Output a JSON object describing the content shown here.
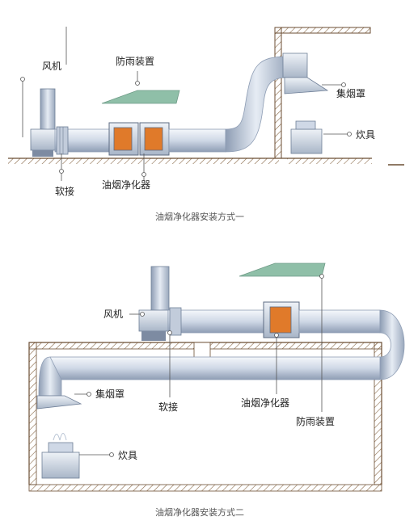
{
  "diagram1": {
    "caption": "油烟净化器安装方式一",
    "labels": {
      "fan": "风机",
      "rain_cover": "防雨装置",
      "hood": "集烟罩",
      "stove": "炊具",
      "soft_joint": "软接",
      "purifier": "油烟净化器"
    }
  },
  "diagram2": {
    "caption": "油烟净化器安装方式二",
    "labels": {
      "fan": "风机",
      "hood": "集烟罩",
      "soft_joint": "软接",
      "purifier": "油烟净化器",
      "rain_cover": "防雨装置",
      "stove": "炊具"
    }
  },
  "colors": {
    "duct_light": "#e8eef6",
    "duct_mid": "#c5d0e0",
    "duct_dark": "#8e9db4",
    "rain_cover": "#8fbfa8",
    "wall": "#8a6a4a",
    "panel_orange": "#e07a2a"
  }
}
